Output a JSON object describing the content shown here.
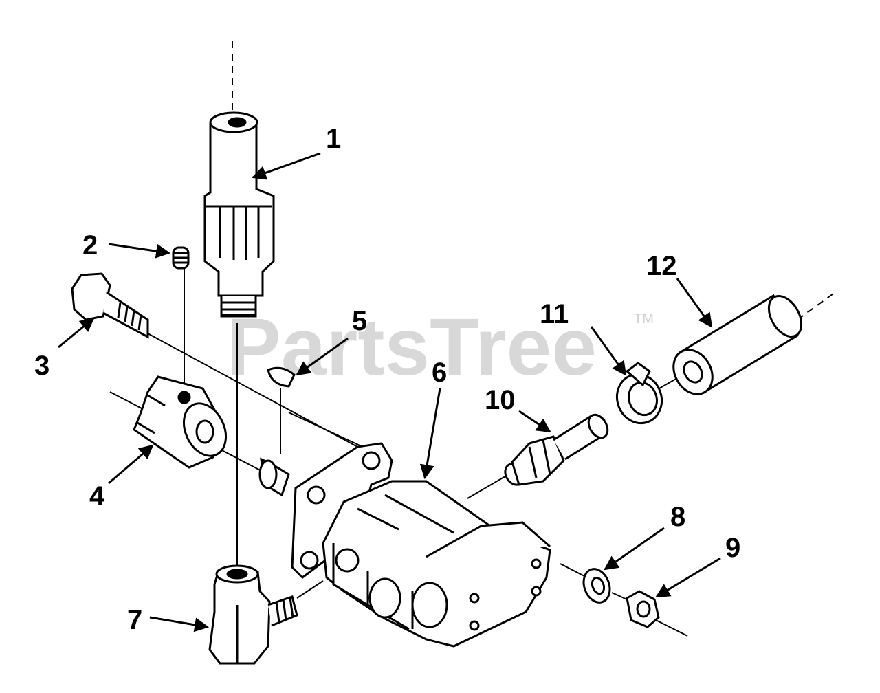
{
  "watermark": {
    "text": "PartsTree",
    "trademark": "TM"
  },
  "callouts": [
    {
      "id": "1",
      "label": "1",
      "part": "fitting-tube"
    },
    {
      "id": "2",
      "label": "2",
      "part": "set-screw"
    },
    {
      "id": "3",
      "label": "3",
      "part": "bolt"
    },
    {
      "id": "4",
      "label": "4",
      "part": "coupler"
    },
    {
      "id": "5",
      "label": "5",
      "part": "woodruff-key"
    },
    {
      "id": "6",
      "label": "6",
      "part": "hydraulic-pump"
    },
    {
      "id": "7",
      "label": "7",
      "part": "elbow-fitting"
    },
    {
      "id": "8",
      "label": "8",
      "part": "washer"
    },
    {
      "id": "9",
      "label": "9",
      "part": "hex-nut"
    },
    {
      "id": "10",
      "label": "10",
      "part": "hose-fitting"
    },
    {
      "id": "11",
      "label": "11",
      "part": "hose-clamp"
    },
    {
      "id": "12",
      "label": "12",
      "part": "hose"
    }
  ]
}
